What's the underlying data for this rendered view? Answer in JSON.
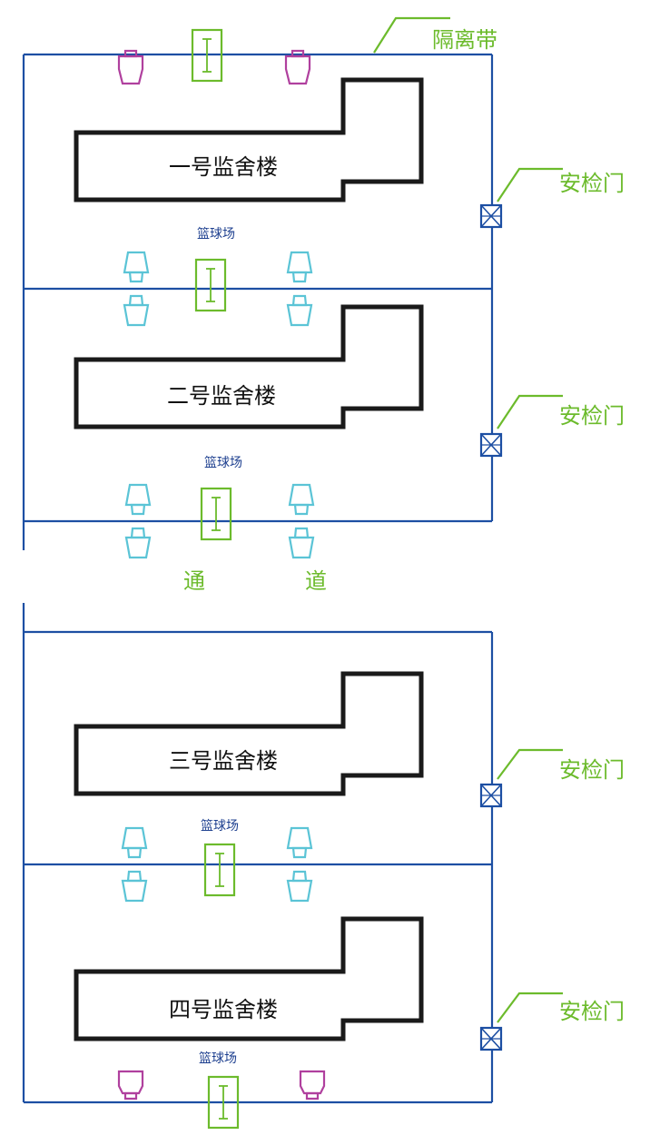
{
  "colors": {
    "fence": "#1d4fa3",
    "building": "#1a1a1a",
    "label_green": "#6cbb2c",
    "court_text": "#1d3f8f",
    "camera_cyan": "#5bc4d6",
    "camera_magenta": "#b0409e",
    "gate": "#1d4fa3"
  },
  "labels": {
    "isolation_belt": "隔离带",
    "security_gate": "安检门",
    "court": "篮球场",
    "passage_left": "通",
    "passage_right": "道"
  },
  "buildings": [
    {
      "name": "一号监舍楼"
    },
    {
      "name": "二号监舍楼"
    },
    {
      "name": "三号监舍楼"
    },
    {
      "name": "四号监舍楼"
    }
  ],
  "icons": {
    "gate": "gate-cross-box-icon",
    "camera": "camera-icon",
    "court_marker": "court-i-marker-icon"
  }
}
